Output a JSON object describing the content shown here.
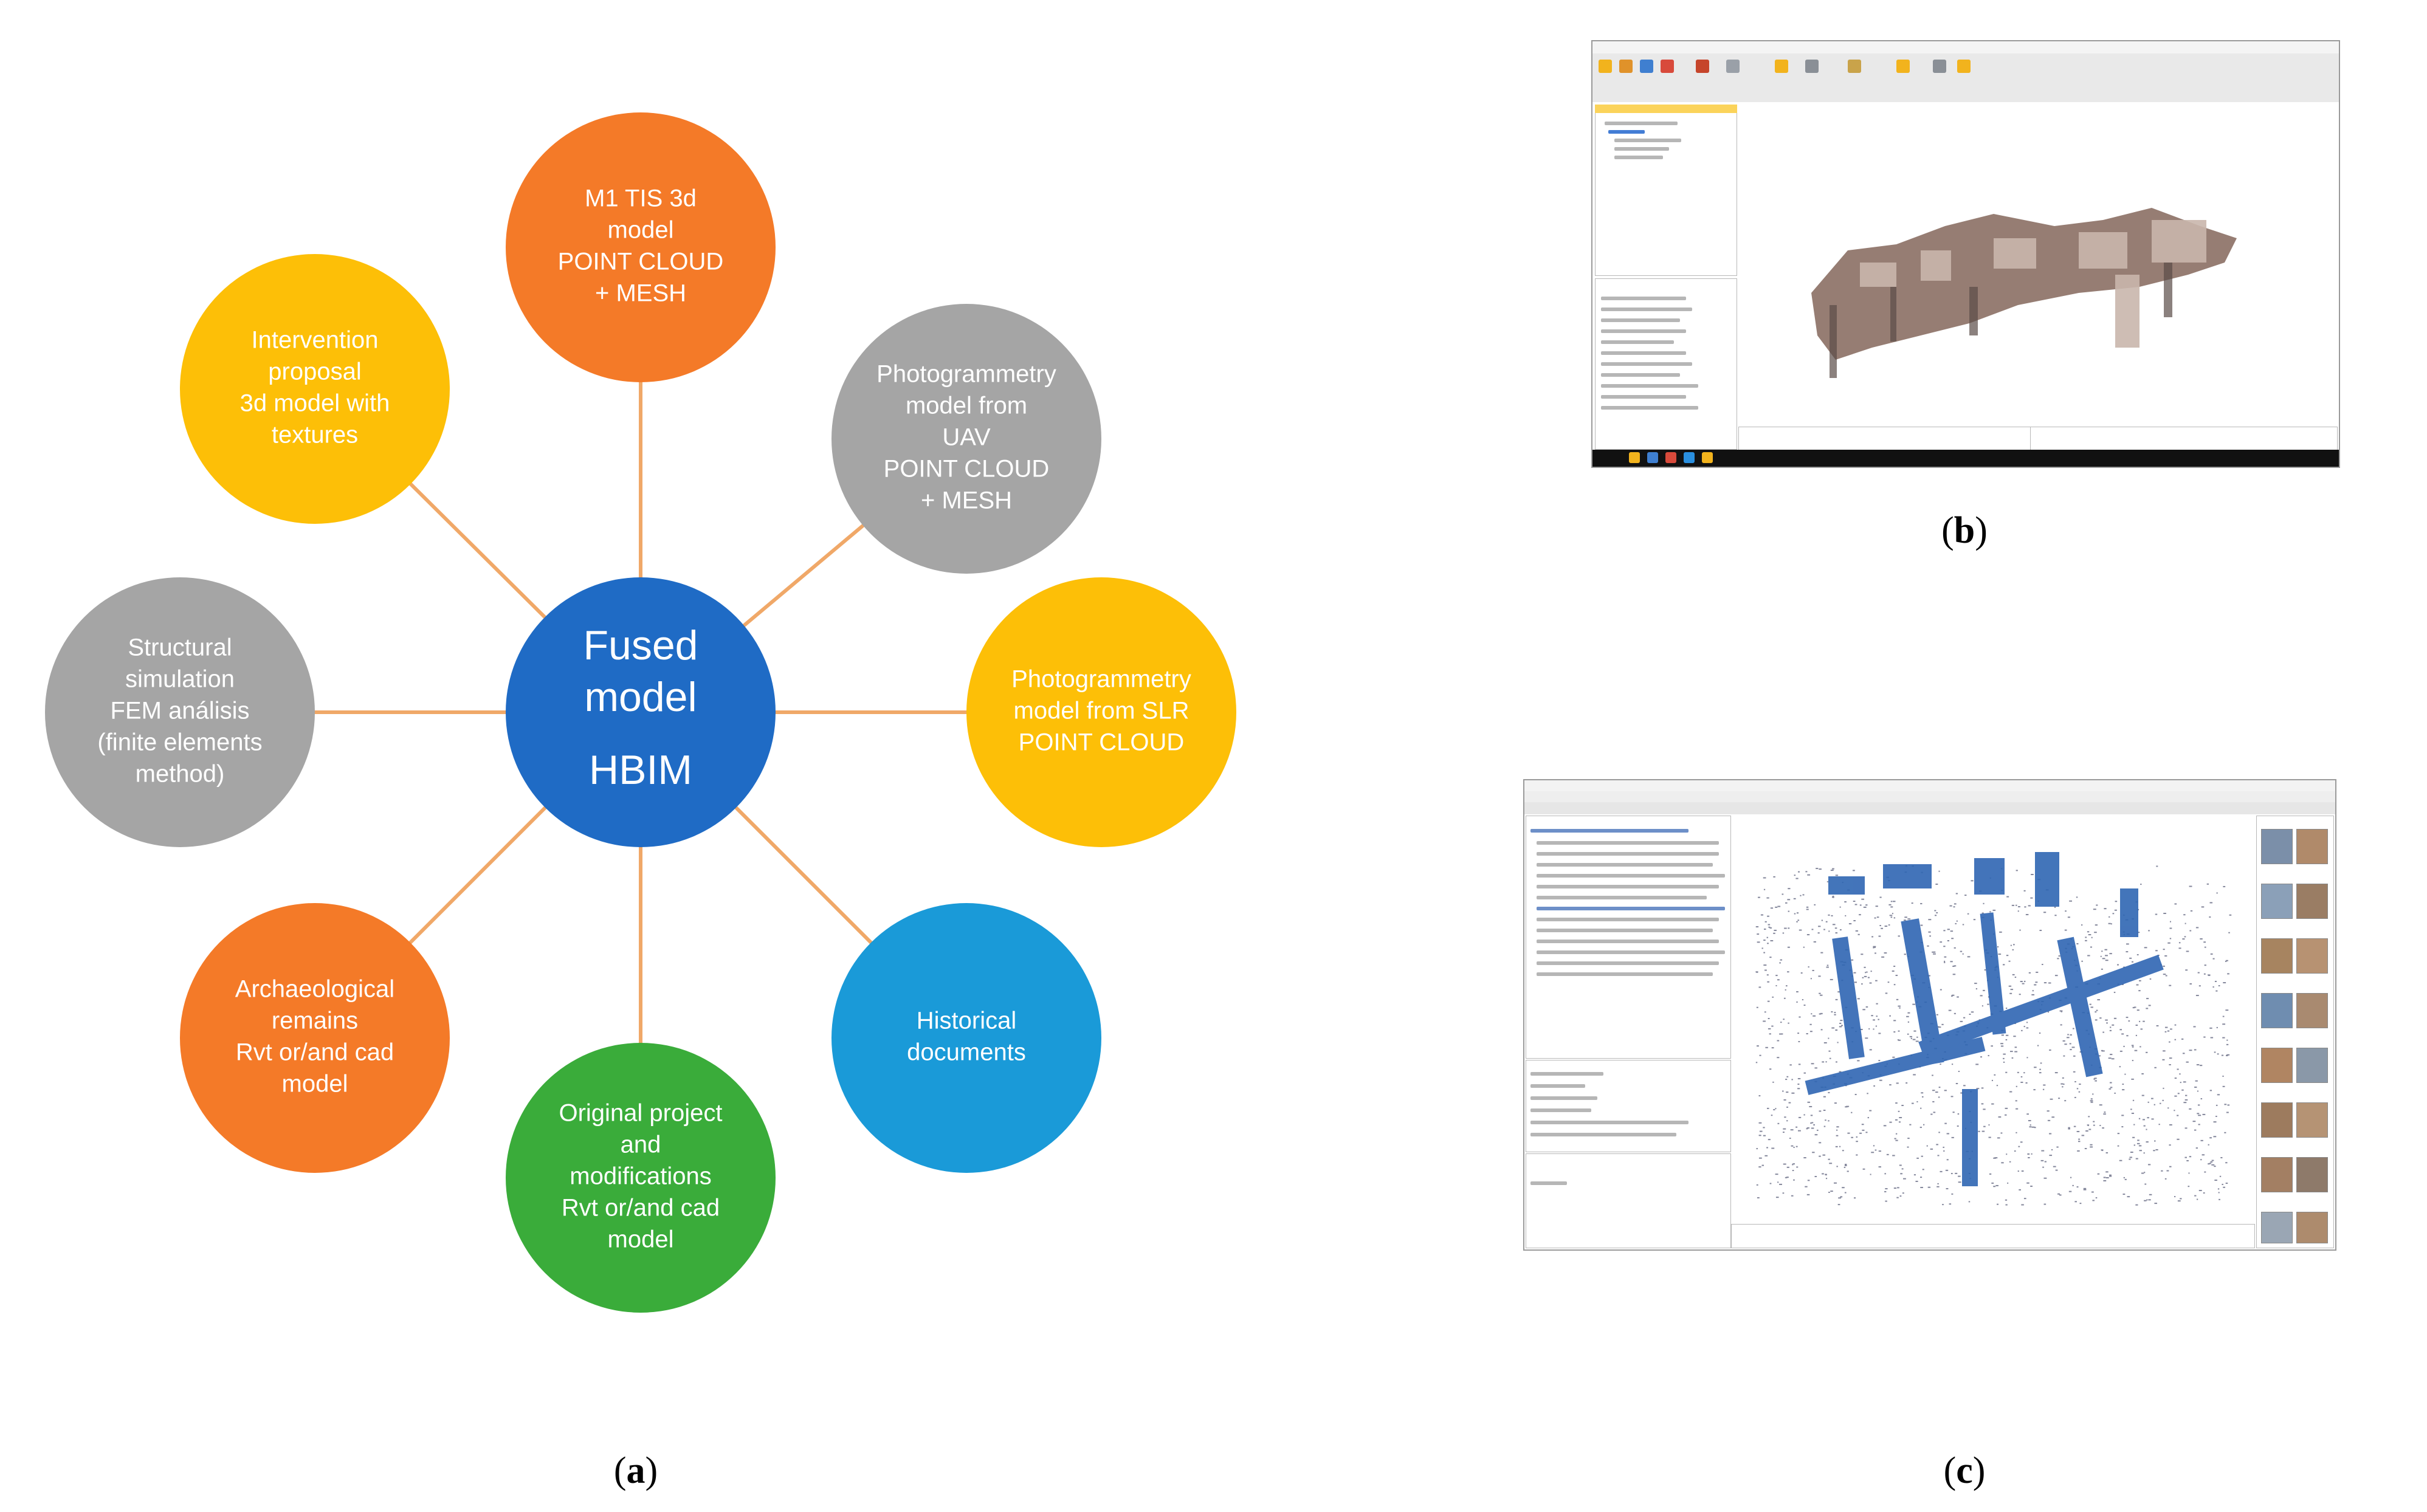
{
  "diagram": {
    "hub": {
      "lines": [
        "Fused",
        "model"
      ],
      "sub": "HBIM",
      "color": "#1f6bc5"
    },
    "line_color": "#f0a868",
    "nodes": [
      {
        "id": "m1-tis",
        "lines": [
          "M1 TIS 3d",
          "model",
          "POINT CLOUD",
          "+ MESH"
        ],
        "color": "#f47a28"
      },
      {
        "id": "photogrammetry-uav",
        "lines": [
          "Photogrammetry",
          "model from",
          "UAV",
          "POINT CLOUD",
          "+ MESH"
        ],
        "color": "#a5a5a5"
      },
      {
        "id": "photogrammetry-slr",
        "lines": [
          "Photogrammetry",
          "model from SLR",
          "POINT CLOUD"
        ],
        "color": "#fdbf07"
      },
      {
        "id": "historical-documents",
        "lines": [
          "Historical",
          "documents"
        ],
        "color": "#1a9ad8"
      },
      {
        "id": "original-project",
        "lines": [
          "Original project",
          "and",
          "modifications",
          "Rvt or/and cad",
          "model"
        ],
        "color": "#3aac3a"
      },
      {
        "id": "archaeological-remains",
        "lines": [
          "Archaeological",
          "remains",
          "Rvt or/and cad",
          "model"
        ],
        "color": "#f47a28"
      },
      {
        "id": "structural-simulation",
        "lines": [
          "Structural",
          "simulation",
          "FEM análisis",
          "(finite elements",
          "method)"
        ],
        "color": "#a5a5a5"
      },
      {
        "id": "intervention-proposal",
        "lines": [
          "Intervention",
          "proposal",
          "3d model with",
          "textures"
        ],
        "color": "#fdbf07"
      }
    ]
  },
  "captions": {
    "a": "a",
    "b": "b",
    "c": "c"
  },
  "colors": {
    "ribbon": "#e9e9e9",
    "taskbar": "#111111",
    "selection": "#fbd35a",
    "pointcloud_blue": "#2f66b3",
    "pointcloud_dark": "#20264a"
  }
}
